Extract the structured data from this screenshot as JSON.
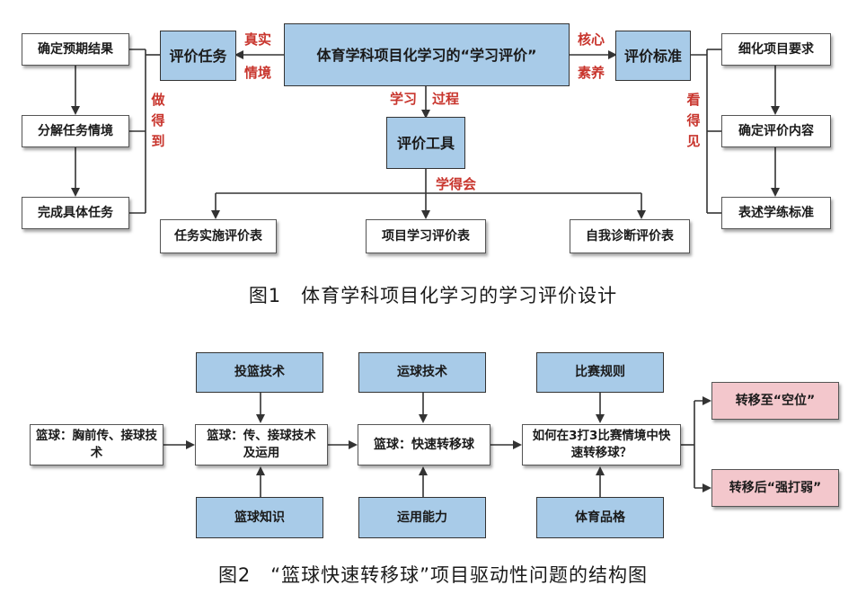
{
  "figure1": {
    "center_title": "体育学科项目化学习的“学习评价”",
    "left_hub": "评价任务",
    "right_hub": "评价标准",
    "tool_hub": "评价工具",
    "left_steps": [
      "确定预期结果",
      "分解任务情境",
      "完成具体任务"
    ],
    "right_steps": [
      "细化项目要求",
      "确定评价内容",
      "表述学练标准"
    ],
    "tools": [
      "任务实施评价表",
      "项目学习评价表",
      "自我诊断评价表"
    ],
    "labels": {
      "real": "真实",
      "situation": "情境",
      "core": "核心",
      "literacy": "素养",
      "learning": "学习",
      "process": "过程",
      "learned": "学得会",
      "can_do": "做得到",
      "visible": "看得见"
    },
    "caption": "图1　体育学科项目化学习的学习评价设计"
  },
  "figure2": {
    "start": "篮球：胸前传、接球技术",
    "stage1": "篮球：传、接球技术及运用",
    "stage2": "篮球：快速转移球",
    "stage3": "如何在3打3比赛情境中快速转移球？",
    "top_inputs": [
      "投篮技术",
      "运球技术",
      "比赛规则"
    ],
    "bottom_inputs": [
      "篮球知识",
      "运用能力",
      "体育品格"
    ],
    "outcomes": [
      "转移至“空位”",
      "转移后“强打弱”"
    ],
    "caption": "图2　“篮球快速转移球”项目驱动性问题的结构图"
  },
  "colors": {
    "box_blue": "#a8cbe8",
    "box_pink": "#f3c7cc",
    "label_red": "#c8352d",
    "line": "#333333"
  }
}
